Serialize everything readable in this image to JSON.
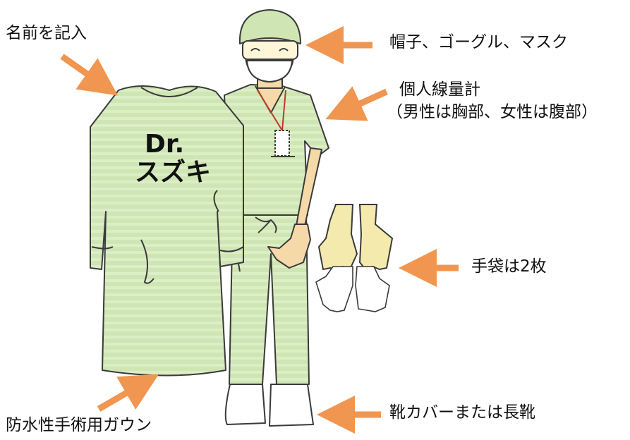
{
  "labels": {
    "name": "名前を記入",
    "headgear": "帽子、ゴーグル、マスク",
    "dosimeter_line1": "個人線量計",
    "dosimeter_line2": "（男性は胸部、女性は腹部）",
    "gloves": "手袋は2枚",
    "gown": "防水性手術用ガウン",
    "boots": "靴カバーまたは長靴"
  },
  "gown_text": {
    "line1": "Dr.",
    "line2": "スズキ"
  },
  "colors": {
    "arrow": "#f09650",
    "scrub": "#cfe6b4",
    "scrub_stripe": "#dbeec6",
    "outline": "#3a3a3a",
    "skin": "#f6d9a8",
    "glove": "#f5eaae",
    "boot": "#ffffff",
    "lanyard": "#c0392b"
  }
}
